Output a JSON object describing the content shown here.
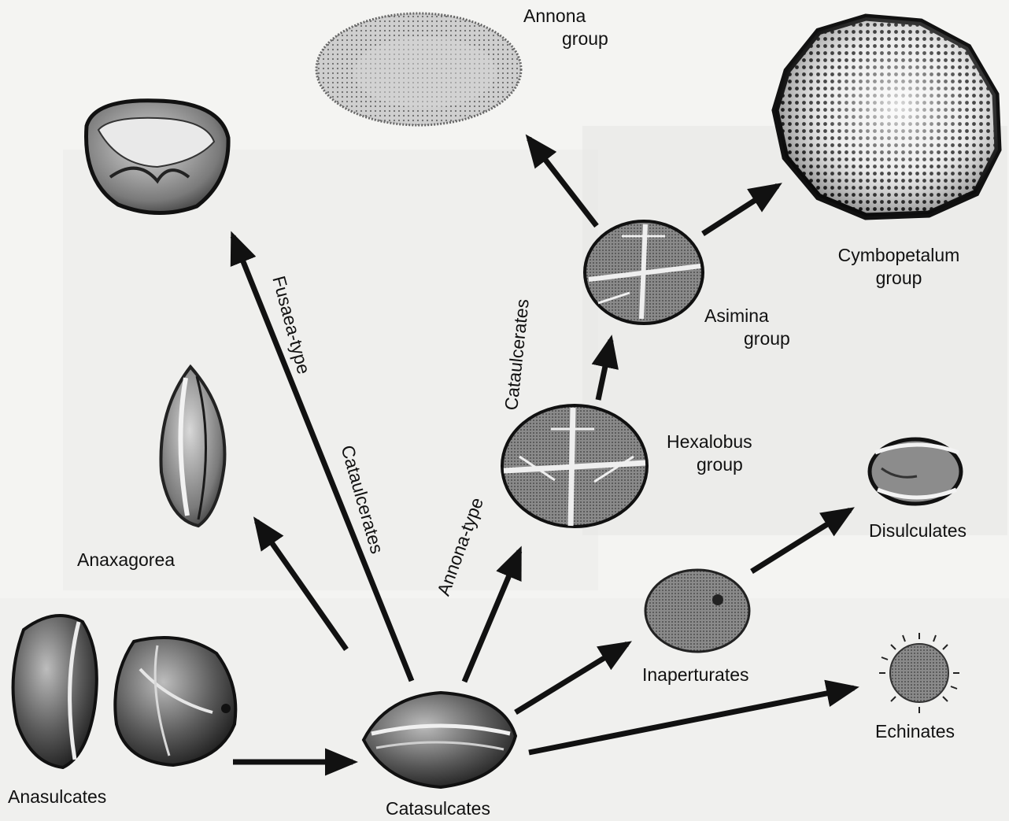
{
  "labels": {
    "annona_group": [
      "Annona",
      "group"
    ],
    "cymbopetalum_group": [
      "Cymbopetalum",
      "group"
    ],
    "asimina_group": [
      "Asimina",
      "group"
    ],
    "hexalobus_group": [
      "Hexalobus",
      "group"
    ],
    "anaxagorea": "Anaxagorea",
    "anasulcates": "Anasulcates",
    "catasulcates": "Catasulcates",
    "inaperturates": "Inaperturates",
    "disulculates": "Disulculates",
    "echinates": "Echinates"
  },
  "arrow_labels": {
    "fusaea_type": "Fusaea-type",
    "cataulcerates_left": "Cataulcerates",
    "cataulcerates_right": "Cataulcerates",
    "annona_type": "Annona-type"
  }
}
